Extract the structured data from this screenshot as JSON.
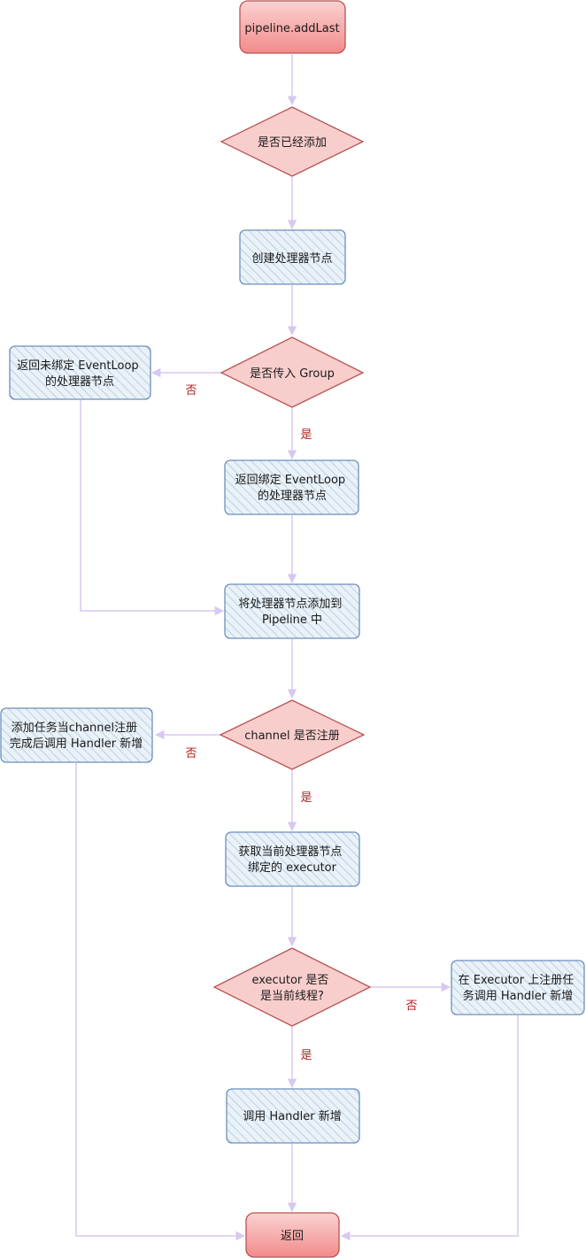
{
  "colors": {
    "terminal_fill": "#f28b8b",
    "terminal_fill_light": "#fbd2d2",
    "terminal_stroke": "#b85450",
    "decision_fill": "#f8cecc",
    "decision_stroke": "#b85450",
    "process_fill": "#eaf2f8",
    "process_hatch": "#bcd3e6",
    "process_stroke": "#6c8ebf",
    "edge": "#d8c8f0",
    "edge_label": "#b21e1e"
  },
  "nodes": {
    "start": {
      "lines": [
        "pipeline.addLast"
      ]
    },
    "check_added": {
      "lines": [
        "是否已经添加"
      ]
    },
    "create_node": {
      "lines": [
        "创建处理器节点"
      ]
    },
    "group_passed": {
      "lines": [
        "是否传入 Group"
      ]
    },
    "return_unbound": {
      "lines": [
        "返回未绑定 EventLoop",
        "的处理器节点"
      ]
    },
    "return_bound": {
      "lines": [
        "返回绑定 EventLoop",
        "的处理器节点"
      ]
    },
    "add_to_pipeline": {
      "lines": [
        "将处理器节点添加到",
        "Pipeline 中"
      ]
    },
    "channel_registered": {
      "lines": [
        "channel 是否注册"
      ]
    },
    "add_task": {
      "lines": [
        "添加任务当channel注册",
        "完成后调用 Handler 新增"
      ]
    },
    "get_executor": {
      "lines": [
        "获取当前处理器节点",
        "绑定的 executor"
      ]
    },
    "is_current_thread": {
      "lines": [
        "executor 是否",
        "是当前线程?"
      ]
    },
    "register_on_executor": {
      "lines": [
        "在 Executor 上注册任",
        "务调用 Handler 新增"
      ]
    },
    "call_handler_added": {
      "lines": [
        "调用 Handler 新增"
      ]
    },
    "end": {
      "lines": [
        "返回"
      ]
    }
  },
  "edge_labels": {
    "group_no": "否",
    "group_yes": "是",
    "channel_no": "否",
    "channel_yes": "是",
    "thread_no": "否",
    "thread_yes": "是"
  }
}
